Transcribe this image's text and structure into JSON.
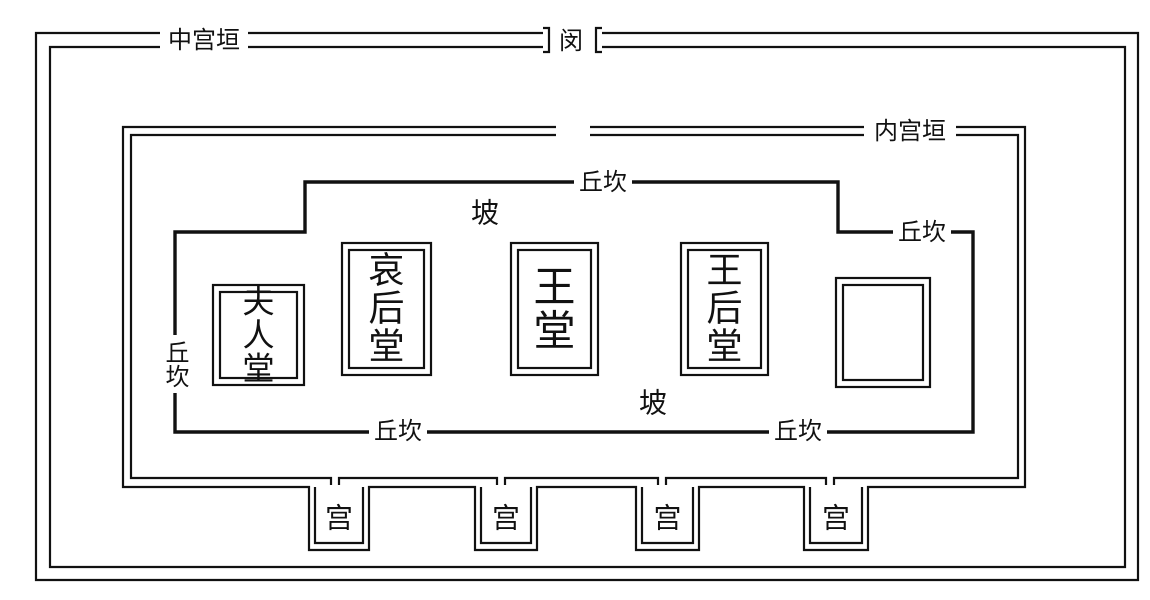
{
  "labels": {
    "middle_wall": "中宫垣",
    "gate": "闵",
    "inner_wall": "内宫垣",
    "ridge_top": "丘坎",
    "ridge_right": "丘坎",
    "ridge_left": "丘坎",
    "ridge_bottom_left": "丘坎",
    "ridge_bottom_right": "丘坎",
    "slope_top": "坡",
    "slope_bottom": "坡"
  },
  "halls": [
    {
      "lines": [
        "夫",
        "人",
        "堂"
      ]
    },
    {
      "lines": [
        "哀",
        "后",
        "堂"
      ]
    },
    {
      "lines": [
        "王",
        "堂"
      ]
    },
    {
      "lines": [
        "王",
        "后",
        "堂"
      ]
    },
    {
      "lines": []
    }
  ],
  "palaces": [
    "宫",
    "宫",
    "宫",
    "宫"
  ]
}
